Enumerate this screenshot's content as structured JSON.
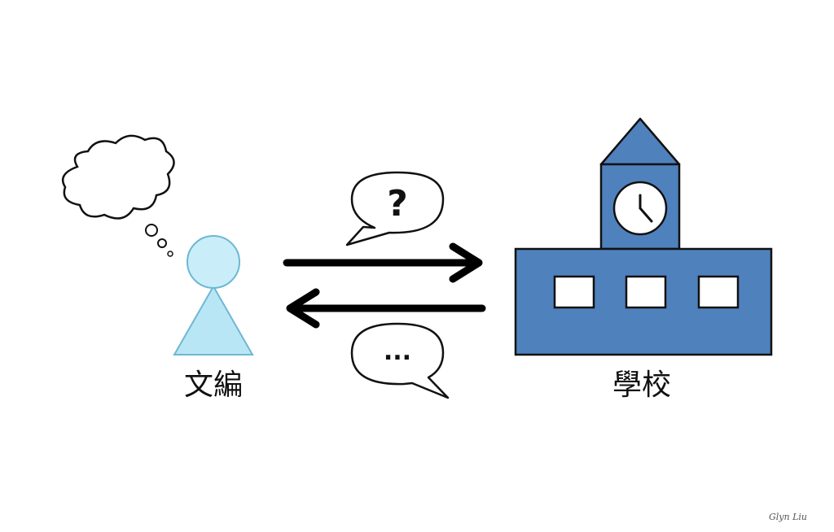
{
  "diagram": {
    "person": {
      "label": "文編",
      "head_color": "#c9eef9",
      "body_color": "#b8e6f5",
      "outline_color": "#6fb7d3"
    },
    "school": {
      "label": "學校",
      "fill_color": "#4f81bd",
      "outline_color": "#111111"
    },
    "request_bubble": {
      "text": "?"
    },
    "reply_bubble": {
      "text": "..."
    },
    "signature": "Glyn Liu"
  }
}
